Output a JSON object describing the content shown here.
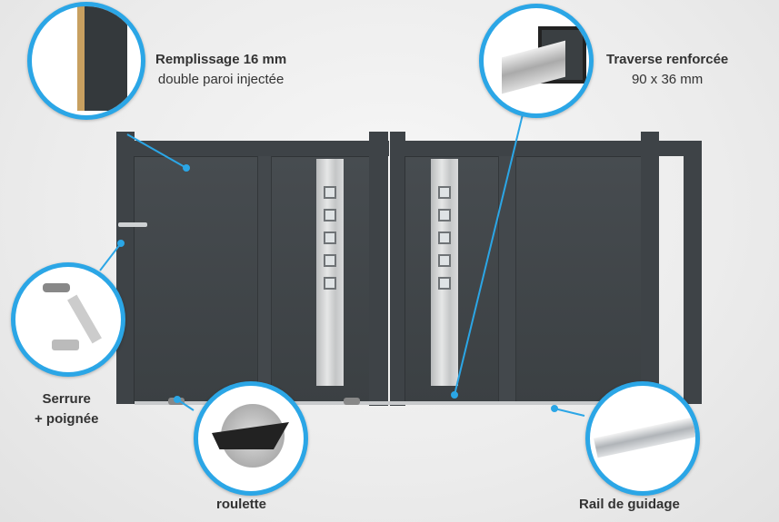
{
  "labels": {
    "filling": {
      "title": "Remplissage 16 mm",
      "subtitle": "double paroi injectée"
    },
    "rail_beam": {
      "title": "Traverse renforcée",
      "subtitle": "90 x 36 mm"
    },
    "lock": {
      "title": "Serrure",
      "subtitle": "+ poignée"
    },
    "wheel": {
      "title": "roulette"
    },
    "guide_rail": {
      "title": "Rail de guidage"
    }
  },
  "colors": {
    "accent": "#2ba6e6",
    "gate": "#3e4347",
    "inox": "#d0d2d3"
  }
}
